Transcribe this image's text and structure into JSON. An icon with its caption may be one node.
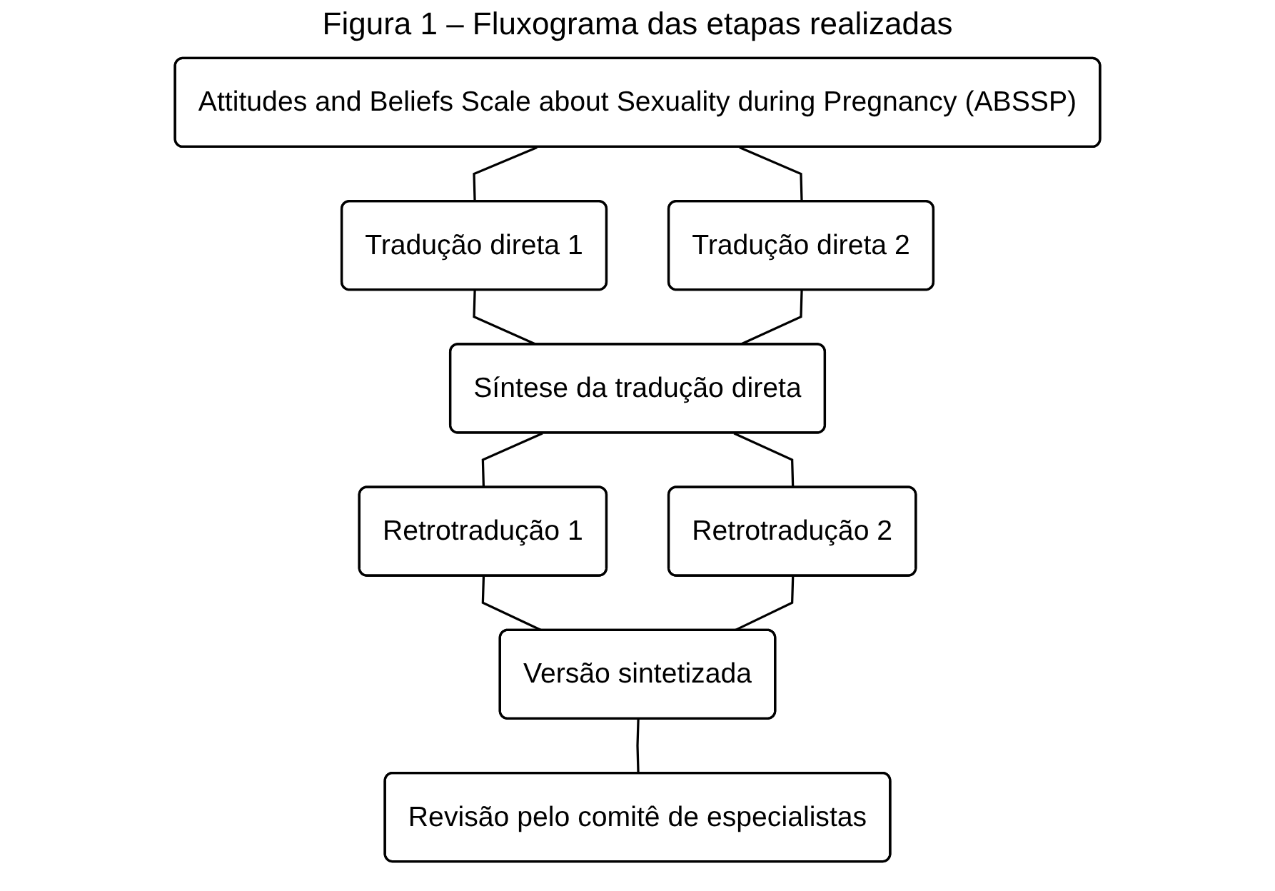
{
  "diagram": {
    "title": "Figura 1 – Fluxograma das etapas realizadas",
    "nodes": [
      {
        "text": [
          "Attitudes and Beliefs Scale about Sexuality during Pregnancy (ABSSP)"
        ]
      },
      {
        "text": [
          "Tradução direta 1"
        ]
      },
      {
        "text": [
          "Tradução direta 2"
        ]
      },
      {
        "text": [
          "Síntese da tradução direta"
        ]
      },
      {
        "text": [
          "Retrotradução 1"
        ]
      },
      {
        "text": [
          "Retrotradução 2"
        ]
      },
      {
        "text": [
          "Versão sintetizada"
        ]
      },
      {
        "text": [
          "Revisão pelo comitê de especialistas"
        ]
      }
    ],
    "edges": [
      {
        "from": 0,
        "to": 1,
        "arrow": "none"
      },
      {
        "from": 0,
        "to": 2,
        "arrow": "none"
      },
      {
        "from": 1,
        "to": 3,
        "arrow": "none"
      },
      {
        "from": 2,
        "to": 3,
        "arrow": "none"
      },
      {
        "from": 3,
        "to": 4,
        "arrow": "none"
      },
      {
        "from": 3,
        "to": 5,
        "arrow": "none"
      },
      {
        "from": 4,
        "to": 6,
        "arrow": "none"
      },
      {
        "from": 5,
        "to": 6,
        "arrow": "none"
      },
      {
        "from": 6,
        "to": 7,
        "arrow": "none"
      }
    ]
  }
}
